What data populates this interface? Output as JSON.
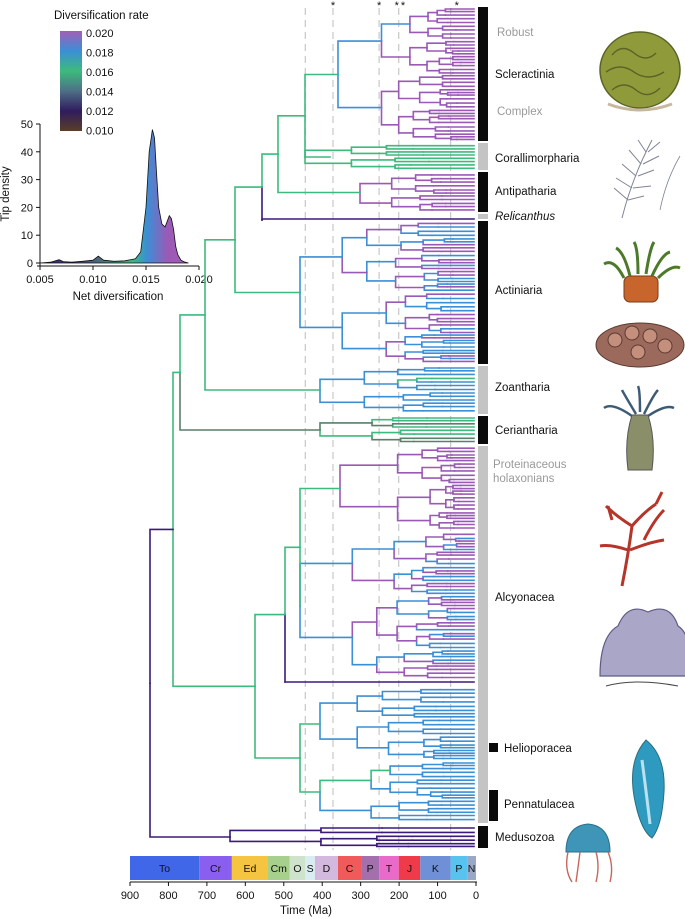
{
  "chart_data": [
    {
      "type": "line",
      "title": "",
      "xlabel": "Net diversification",
      "ylabel": "Tip density",
      "xlim": [
        0.005,
        0.02
      ],
      "ylim": [
        0,
        50
      ],
      "xticks": [
        "0.005",
        "0.010",
        "0.015",
        "0.020"
      ],
      "yticks": [
        "0",
        "10",
        "20",
        "30",
        "40",
        "50"
      ],
      "x": [
        0.005,
        0.006,
        0.0068,
        0.0072,
        0.008,
        0.009,
        0.01,
        0.0105,
        0.011,
        0.012,
        0.013,
        0.014,
        0.0145,
        0.015,
        0.0153,
        0.0156,
        0.0158,
        0.016,
        0.0162,
        0.0165,
        0.0168,
        0.017,
        0.0172,
        0.0174,
        0.0176,
        0.0178,
        0.018,
        0.0183,
        0.0186,
        0.019
      ],
      "y": [
        0,
        0.3,
        1.2,
        0.5,
        0.3,
        0.6,
        1.0,
        2.5,
        1.0,
        0.6,
        0.8,
        1.5,
        4.0,
        20.0,
        40.0,
        48.0,
        45.0,
        32.0,
        20.0,
        14.0,
        13.0,
        15.0,
        17.0,
        16.0,
        12.0,
        6.0,
        3.0,
        1.0,
        0.4,
        0
      ],
      "colorbar": {
        "title": "Diversification rate",
        "ticks": [
          "0.020",
          "0.018",
          "0.016",
          "0.014",
          "0.012",
          "0.010"
        ]
      }
    },
    {
      "type": "tree",
      "xlabel": "Time (Ma)",
      "xlim": [
        900,
        0
      ],
      "xticks": [
        "900",
        "800",
        "700",
        "600",
        "500",
        "400",
        "300",
        "200",
        "100",
        "0"
      ],
      "dashed_lines_ma": [
        444,
        372,
        252,
        201,
        66
      ],
      "asterisks_ma": [
        372,
        252,
        206,
        190,
        50
      ],
      "periods": [
        {
          "label": "To",
          "start": 1000,
          "end": 720,
          "color": "#3f67e8"
        },
        {
          "label": "Cr",
          "start": 720,
          "end": 635,
          "color": "#8a5ff0"
        },
        {
          "label": "Ed",
          "start": 635,
          "end": 541,
          "color": "#f5c542"
        },
        {
          "label": "Cm",
          "start": 541,
          "end": 485,
          "color": "#a7d08c"
        },
        {
          "label": "O",
          "start": 485,
          "end": 444,
          "color": "#cfe3cc"
        },
        {
          "label": "S",
          "start": 444,
          "end": 419,
          "color": "#d9ecf1"
        },
        {
          "label": "D",
          "start": 419,
          "end": 359,
          "color": "#d2b9dd"
        },
        {
          "label": "C",
          "start": 359,
          "end": 299,
          "color": "#f05a5a"
        },
        {
          "label": "P",
          "start": 299,
          "end": 252,
          "color": "#a46fad"
        },
        {
          "label": "T",
          "start": 252,
          "end": 201,
          "color": "#e86bc9"
        },
        {
          "label": "J",
          "start": 201,
          "end": 145,
          "color": "#ef3a4a"
        },
        {
          "label": "K",
          "start": 145,
          "end": 66,
          "color": "#6f8fd6"
        },
        {
          "label": "P",
          "start": 66,
          "end": 23,
          "color": "#58c3ef"
        },
        {
          "label": "N",
          "start": 23,
          "end": 0,
          "color": "#9aa8c7"
        }
      ]
    }
  ],
  "clades": [
    {
      "label": "Robust",
      "style": "grey"
    },
    {
      "label": "Scleractinia",
      "style": "black"
    },
    {
      "label": "Complex",
      "style": "grey"
    },
    {
      "label": "Corallimorpharia",
      "style": "black"
    },
    {
      "label": "Antipatharia",
      "style": "black"
    },
    {
      "label": "Relicanthus",
      "style": "italic"
    },
    {
      "label": "Actiniaria",
      "style": "black"
    },
    {
      "label": "Zoantharia",
      "style": "black"
    },
    {
      "label": "Ceriantharia",
      "style": "black"
    },
    {
      "label": "Proteinaceous",
      "style": "grey"
    },
    {
      "label": "holaxonians",
      "style": "grey"
    },
    {
      "label": "Alcyonacea",
      "style": "black"
    },
    {
      "label": "Helioporacea",
      "style": "black"
    },
    {
      "label": "Pennatulacea",
      "style": "black"
    },
    {
      "label": "Medusozoa",
      "style": "black"
    }
  ],
  "illustrations": [
    "brain-coral",
    "black-coral",
    "sea-anemone",
    "zoanthid-colony",
    "tube-anemone",
    "red-gorgonian",
    "soft-coral",
    "sea-pen",
    "box-jellyfish"
  ],
  "colors": {
    "rate_0.020": "#9b59b6",
    "rate_0.018": "#3b8fd6",
    "rate_0.016": "#3dba7d",
    "rate_0.014": "#5a7f6a",
    "rate_0.012": "#3b1a7a",
    "rate_0.010": "#5a3e26",
    "bar_black": "#0a0a0a",
    "bar_grey": "#c4c4c4"
  }
}
